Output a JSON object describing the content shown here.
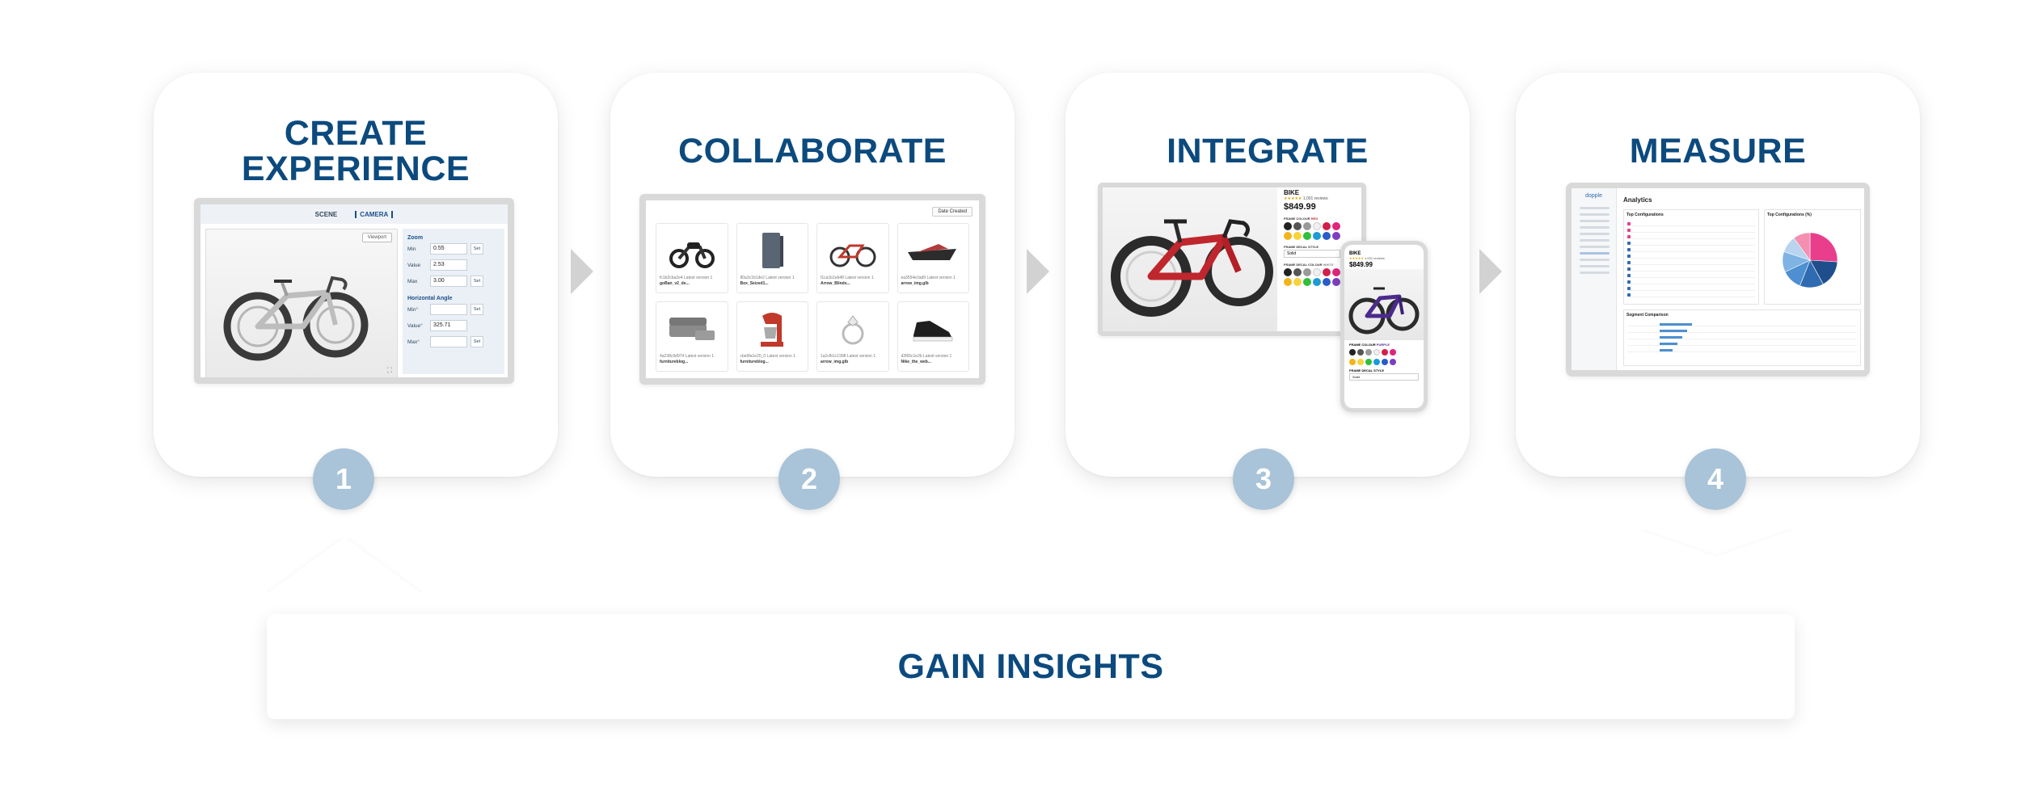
{
  "steps": [
    {
      "title": "CREATE\nEXPERIENCE",
      "number": "1"
    },
    {
      "title": "COLLABORATE",
      "number": "2"
    },
    {
      "title": "INTEGRATE",
      "number": "3"
    },
    {
      "title": "MEASURE",
      "number": "4"
    }
  ],
  "loop": {
    "label": "GAIN INSIGHTS"
  },
  "editor": {
    "tab_scene": "SCENE",
    "tab_camera": "CAMERA",
    "viewport_button": "Viewport",
    "zoom_section": "Zoom",
    "angle_section": "Horizontal Angle",
    "rows_zoom": [
      {
        "label": "Min",
        "value": "0.55",
        "button": "Set"
      },
      {
        "label": "Value",
        "value": "2.53",
        "button": ""
      },
      {
        "label": "Max",
        "value": "3.00",
        "button": "Set"
      }
    ],
    "rows_angle": [
      {
        "label": "Min°",
        "value": "",
        "button": "Set"
      },
      {
        "label": "Value°",
        "value": "325.71",
        "button": ""
      },
      {
        "label": "Max°",
        "value": "",
        "button": "Set"
      }
    ]
  },
  "library": {
    "header_button": "Date Created",
    "tiles": [
      {
        "id": "fc1b2cba2e4",
        "status": "Latest version 1",
        "name": "goBan_v2_de..."
      },
      {
        "id": "80a3c1b1de2",
        "status": "Latest version 1",
        "name": "Box_Seized1..."
      },
      {
        "id": "f1ca1b1eb48",
        "status": "Latest version 1",
        "name": "Arrow_Blinds..."
      },
      {
        "id": "ea3554e2ad9",
        "status": "Latest version 1",
        "name": "arrow_img.glb"
      },
      {
        "id": "4a238c9d974",
        "status": "Latest version 1",
        "name": "furnitureblog..."
      },
      {
        "id": "cbe9fa1e20_0",
        "status": "Latest version 1",
        "name": "furnitureblog..."
      },
      {
        "id": "1a2cfb1c1998",
        "status": "Latest version 1",
        "name": "arrow_img.glb"
      },
      {
        "id": "d2f65c1e2b",
        "status": "Latest version 1",
        "name": "Nike_the_web..."
      }
    ]
  },
  "product": {
    "name": "BIKE",
    "reviews": "1,001 reviews",
    "price": "$849.99",
    "frame_colour_label": "FRAME COLOUR",
    "frame_colour_value": "RED",
    "frame_detail_label": "FRAME DECAL COLOUR",
    "frame_detail_value": "WHITE",
    "frame_style_label": "FRAME DECAL STYLE",
    "style_value": "Solid",
    "mobile_reviews": "1,001 reviews",
    "mobile_colour_label": "FRAME COLOUR",
    "mobile_colour_value": "PURPLE",
    "mobile_style_label": "FRAME DECAL STYLE",
    "mobile_style_value": "Solid",
    "swatches_row1": [
      "#222222",
      "#555555",
      "#9a9a9a",
      "#f0f0f0",
      "#d11f4a",
      "#e0257b"
    ],
    "swatches_row2": [
      "#f3b41b",
      "#f6d33a",
      "#2fbf3a",
      "#1c9bd6",
      "#2a5cc7",
      "#7d3fbf"
    ],
    "swatches_row3": [
      "#222222",
      "#555555",
      "#9a9a9a",
      "#f0f0f0",
      "#d11f4a",
      "#e0257b"
    ],
    "swatches_row4": [
      "#f3b41b",
      "#f6d33a",
      "#2fbf3a",
      "#1c9bd6",
      "#2a5cc7",
      "#7d3fbf"
    ]
  },
  "analytics": {
    "brand": "dopple",
    "title": "Analytics",
    "panel_top": "Top Configurations",
    "panel_pie": "Top Configurations (%)",
    "panel_bottom": "Segment Comparison",
    "pie_colors": [
      "#e83e8c",
      "#1f4e8c",
      "#2f6bb0",
      "#4d8fd1",
      "#7fb3e3",
      "#b8d4ee",
      "#f48fb1"
    ]
  },
  "colors": {
    "title": "#0c4a7e",
    "badge": "#a9c3d8",
    "arrow": "#d2d2d2",
    "frame": "#d9d9d9"
  }
}
